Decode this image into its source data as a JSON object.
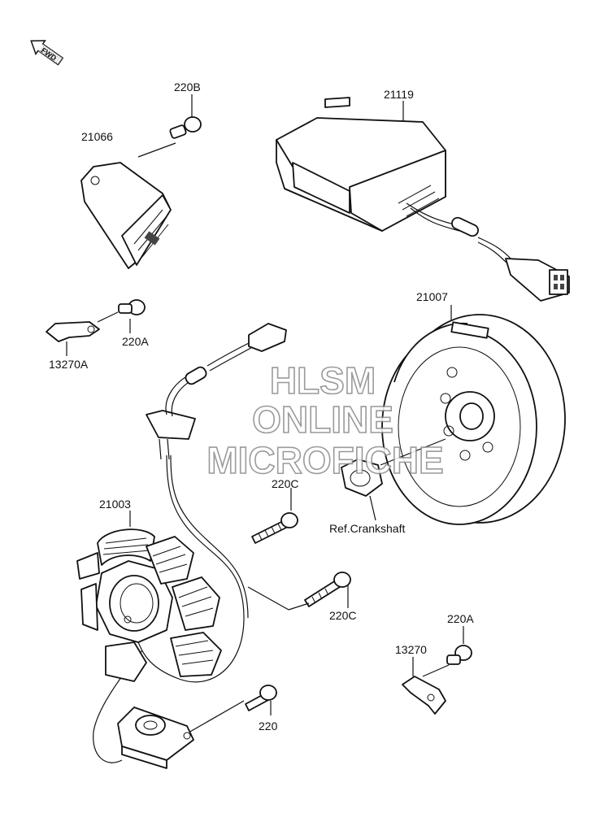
{
  "fwd_label": "FWD",
  "callouts": {
    "c220B": "220B",
    "c21066": "21066",
    "c21119": "21119",
    "c220A_top": "220A",
    "c13270A": "13270A",
    "c21007": "21007",
    "c220C_top": "220C",
    "c21003": "21003",
    "c220C_mid": "220C",
    "ref_crank": "Ref.Crankshaft",
    "c220A_bot": "220A",
    "c13270": "13270",
    "c220": "220"
  },
  "watermark": {
    "line1": "HLSM",
    "line2": "ONLINE",
    "line3": "MICROFICHE"
  }
}
